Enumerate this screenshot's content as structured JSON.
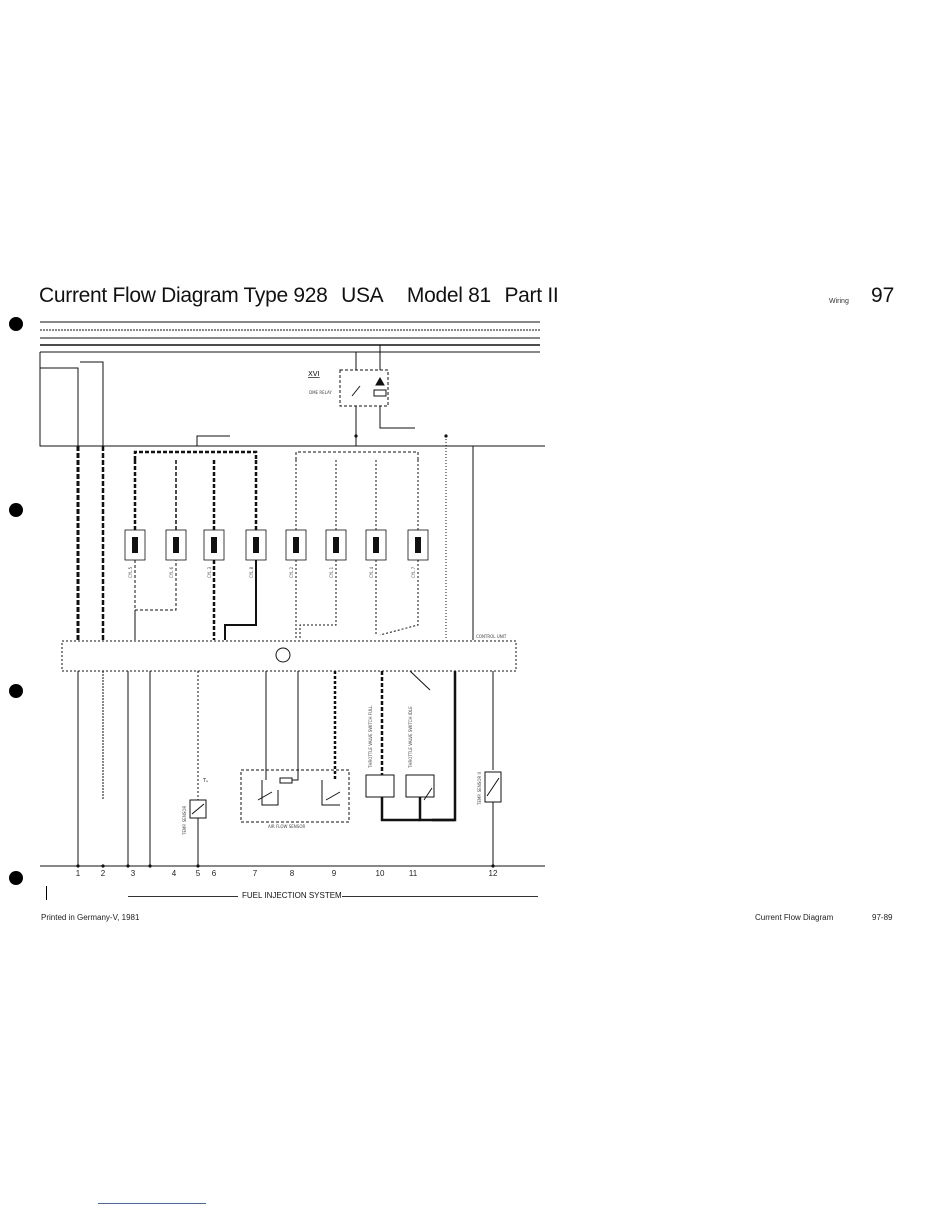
{
  "header": {
    "title_part1": "Current Flow Diagram Type 928",
    "title_part2": "USA",
    "title_part3": "Model 81",
    "title_part4": "Part II",
    "group_label": "Wiring",
    "group_number": "97"
  },
  "diagram": {
    "relay_id": "XVI",
    "relay_label": "DME RELAY",
    "injectors": [
      "CYL 5",
      "CYL 6",
      "CYL 3",
      "CYL 8",
      "CYL 2",
      "CYL 1",
      "CYL 4",
      "CYL 7"
    ],
    "ecu_label": "CONTROL UNIT",
    "temp_sensor_label": "TEMP. SENSOR",
    "temp_sensor_mark": "Tₐ",
    "air_flow_sensor_label": "AIR FLOW SENSOR",
    "throttle_switch_full": "THROTTLE VALVE SWITCH FULL",
    "throttle_switch_idle": "THROTTLE VALVE SWITCH IDLE",
    "temp_sensor_2_label": "TEMP. SENSOR II",
    "column_numbers": [
      "1",
      "2",
      "3",
      "4",
      "5",
      "6",
      "7",
      "8",
      "9",
      "10",
      "11",
      "12"
    ],
    "system_label": "FUEL INJECTION SYSTEM"
  },
  "footer": {
    "left": "Printed in Germany-V, 1981",
    "right_title": "Current Flow Diagram",
    "right_page": "97-89"
  },
  "colors": {
    "ink": "#111111",
    "paper": "#ffffff",
    "link": "#4466cc"
  }
}
